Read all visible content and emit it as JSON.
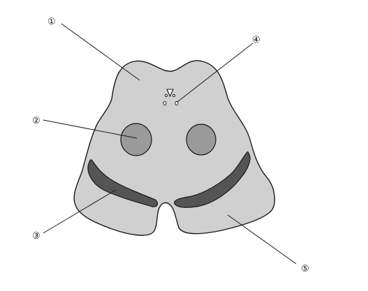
{
  "labels": {
    "label_1": "①",
    "label_2": "②",
    "label_3": "③",
    "label_4": "④",
    "label_5": "⑤"
  }
}
